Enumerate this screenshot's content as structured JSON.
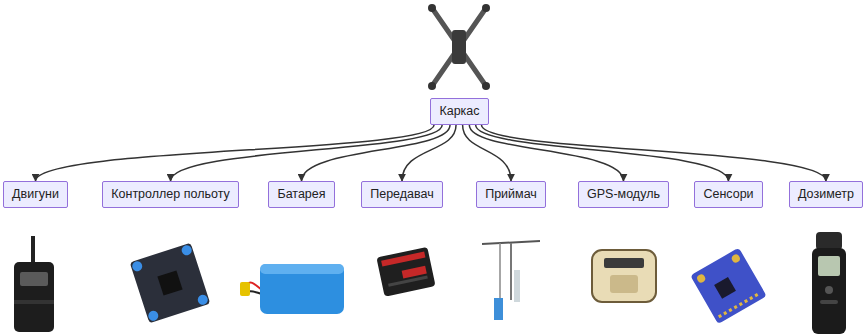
{
  "diagram": {
    "nodes": [
      {
        "text": [
          "Каркас"
        ]
      },
      {
        "text": [
          "Двигуни"
        ]
      },
      {
        "text": [
          "Контроллер польоту"
        ]
      },
      {
        "text": [
          "Батарея"
        ]
      },
      {
        "text": [
          "Передавач"
        ]
      },
      {
        "text": [
          "Приймач"
        ]
      },
      {
        "text": [
          "GPS-модуль"
        ]
      },
      {
        "text": [
          "Сенсори"
        ]
      },
      {
        "text": [
          "Дозиметр"
        ]
      }
    ],
    "edges": [
      {
        "from": 0,
        "to": 1,
        "arrow": "to"
      },
      {
        "from": 0,
        "to": 2,
        "arrow": "to"
      },
      {
        "from": 0,
        "to": 3,
        "arrow": "to"
      },
      {
        "from": 0,
        "to": 4,
        "arrow": "to"
      },
      {
        "from": 0,
        "to": 5,
        "arrow": "to"
      },
      {
        "from": 0,
        "to": 6,
        "arrow": "to"
      },
      {
        "from": 0,
        "to": 7,
        "arrow": "to"
      },
      {
        "from": 0,
        "to": 8,
        "arrow": "to"
      }
    ]
  }
}
